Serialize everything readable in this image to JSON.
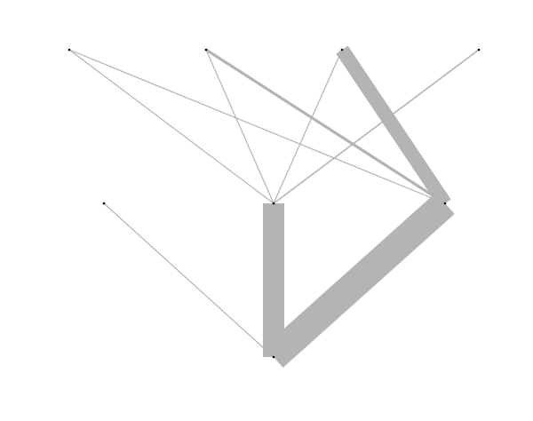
{
  "diagram": {
    "type": "network-graph",
    "edge_color": "#b3b3b3",
    "node_color": "#000000",
    "background": "#ffffff",
    "nodes": [
      {
        "id": "n1"
      },
      {
        "id": "n2"
      },
      {
        "id": "n3"
      },
      {
        "id": "n4"
      },
      {
        "id": "n5"
      },
      {
        "id": "n6"
      },
      {
        "id": "n7"
      },
      {
        "id": "n8"
      }
    ],
    "edges": [
      {
        "source": "n1",
        "target": "n5",
        "weight": 1
      },
      {
        "source": "n1",
        "target": "n7",
        "weight": 1
      },
      {
        "source": "n2",
        "target": "n5",
        "weight": 1
      },
      {
        "source": "n2",
        "target": "n7",
        "weight": 4
      },
      {
        "source": "n3",
        "target": "n5",
        "weight": 1
      },
      {
        "source": "n3",
        "target": "n7",
        "weight": 20
      },
      {
        "source": "n4",
        "target": "n5",
        "weight": 2
      },
      {
        "source": "n6",
        "target": "n8",
        "weight": 1
      },
      {
        "source": "n5",
        "target": "n8",
        "weight": 30
      },
      {
        "source": "n7",
        "target": "n8",
        "weight": 40
      }
    ]
  }
}
